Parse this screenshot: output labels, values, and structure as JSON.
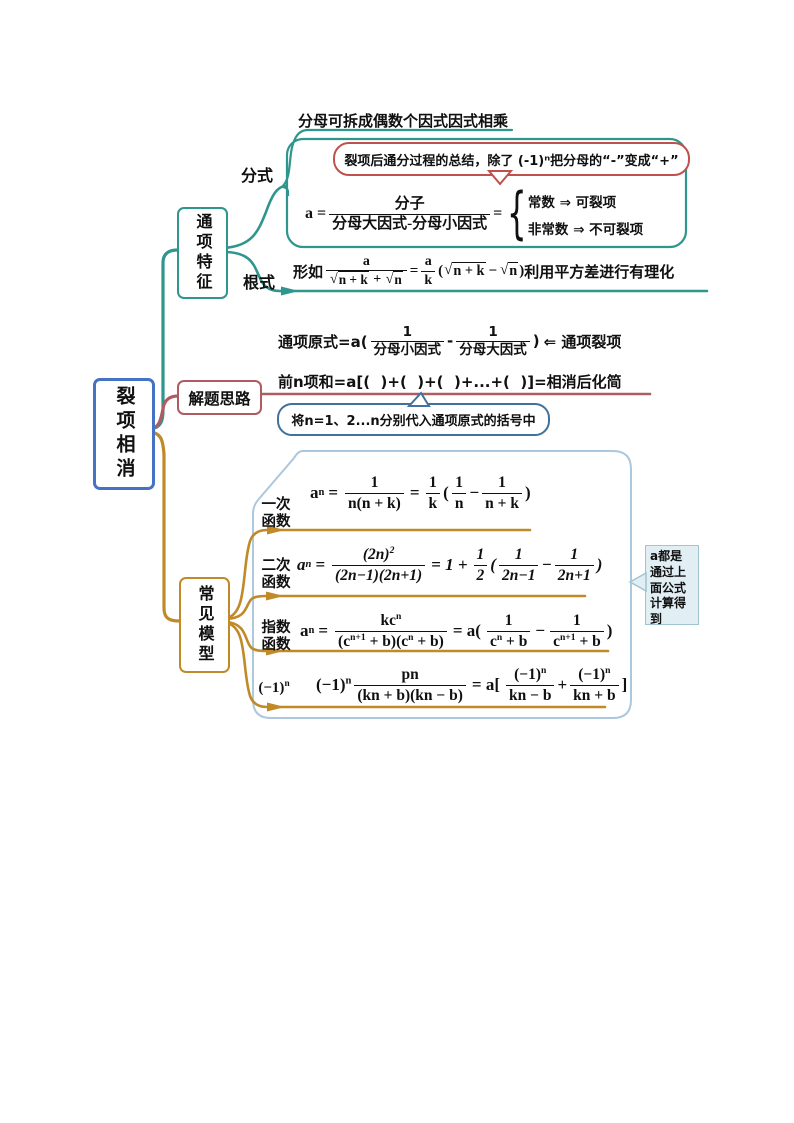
{
  "colors": {
    "teal": "#2E968C",
    "maroon": "#B05A62",
    "gold": "#C08A28",
    "root_blue": "#4472C4",
    "callout_red": "#C0504D",
    "callout_blue": "#41719C",
    "boundary_blue": "#ABC8DE",
    "note_bg": "#E1EEF3",
    "note_border": "#9FC5D0"
  },
  "root": {
    "label": "裂项相消"
  },
  "tongxiang": {
    "label": "通项特征",
    "fenshi": {
      "label": "分式",
      "top_note": "分母可拆成偶数个因式因式相乘",
      "callout": "裂项后通分过程的总结，除了 (-1)ⁿ把分母的“-”变成“+”",
      "formula": {
        "lhs": "a =",
        "num": "分子",
        "den": "分母大因式-分母小因式",
        "eq": "=",
        "case_top": "常数 ⇒ 可裂项",
        "case_bottom": "非常数 ⇒ 不可裂项"
      }
    },
    "genshi": {
      "label": "根式",
      "formula": {
        "prefix": "形如",
        "num": "a",
        "rad1": "n + k",
        "plus": "+",
        "rad2": "n",
        "eq": "=",
        "num2": "a",
        "den2": "k",
        "open": "(",
        "rad3": "n + k",
        "minus": "−",
        "rad4": "n",
        "close": ")",
        "suffix": "利用平方差进行有理化"
      }
    }
  },
  "jieti": {
    "label": "解题思路",
    "yuanshi": {
      "lead": "通项原式=a(",
      "f1n": "1",
      "f1d": "分母小因式",
      "minus": "-",
      "f2n": "1",
      "f2d": "分母大因式",
      "close": ")",
      "tail": "⇐ 通项裂项"
    },
    "sum_line": "前n项和=a[(  )+(  )+(  )+...+(  )]=相消后化简",
    "callout": "将n=1、2...n分别代入通项原式的括号中"
  },
  "moxing": {
    "label": "常见模型",
    "note": "a都是通过上面公式计算得到",
    "rows": [
      {
        "label": "一次函数",
        "base": "a",
        "sub": "n",
        "eq1": "=",
        "f1n": "1",
        "f1d": "n(n + k)",
        "eq2": "=",
        "f2n": "1",
        "f2d": "k",
        "open": "(",
        "f3n": "1",
        "f3d": "n",
        "minus": "−",
        "f4n": "1",
        "f4d": "n + k",
        "close": ")"
      },
      {
        "label": "二次函数",
        "base": "a",
        "sub": "n",
        "eq1": "=",
        "f1n_base": "(2n)",
        "f1n_sup": "2",
        "f1d": "(2n−1)(2n+1)",
        "mid": "= 1 +",
        "f2n": "1",
        "f2d": "2",
        "open": "(",
        "f3n": "1",
        "f3d": "2n−1",
        "minus": "−",
        "f4n": "1",
        "f4d": "2n+1",
        "close": ")"
      },
      {
        "label": "指数函数",
        "base": "a",
        "sub": "n",
        "eq1": "=",
        "f1n_base": "kc",
        "f1n_sup": "n",
        "f1d_1": "(c",
        "f1d_sup1": "n+1",
        "f1d_2": " + b)(c",
        "f1d_sup2": "n",
        "f1d_3": " + b)",
        "mid": "= a(",
        "f2n": "1",
        "f2d_1": "c",
        "f2d_sup": "n",
        "f2d_2": " + b",
        "minus": "−",
        "f3n": "1",
        "f3d_1": "c",
        "f3d_sup": "n+1",
        "f3d_2": " + b",
        "close": ")"
      },
      {
        "label_base": "(−1)",
        "label_sup": "n",
        "lead_base": "(−1)",
        "lead_sup": "n",
        "f1n": "pn",
        "f1d": "(kn + b)(kn − b)",
        "mid": "= a[",
        "f2n_base": "(−1)",
        "f2n_sup": "n",
        "f2d": "kn − b",
        "plus": "+",
        "f3n_base": "(−1)",
        "f3n_sup": "n",
        "f3d": "kn + b",
        "close": "]"
      }
    ]
  }
}
